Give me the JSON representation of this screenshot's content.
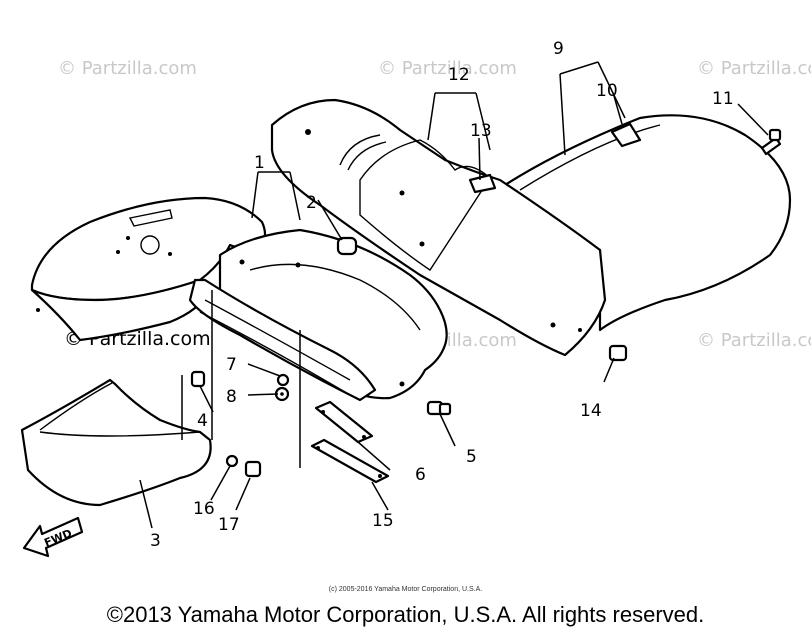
{
  "watermarks": {
    "brand": "© Partzilla.com"
  },
  "callouts": [
    {
      "id": "1",
      "label": "1"
    },
    {
      "id": "2",
      "label": "2"
    },
    {
      "id": "3",
      "label": "3"
    },
    {
      "id": "4",
      "label": "4"
    },
    {
      "id": "5",
      "label": "5"
    },
    {
      "id": "6",
      "label": "6"
    },
    {
      "id": "7",
      "label": "7"
    },
    {
      "id": "8",
      "label": "8"
    },
    {
      "id": "9",
      "label": "9"
    },
    {
      "id": "10",
      "label": "10"
    },
    {
      "id": "11",
      "label": "11"
    },
    {
      "id": "12",
      "label": "12"
    },
    {
      "id": "13",
      "label": "13"
    },
    {
      "id": "14",
      "label": "14"
    },
    {
      "id": "15",
      "label": "15"
    },
    {
      "id": "16",
      "label": "16"
    },
    {
      "id": "17",
      "label": "17"
    }
  ],
  "direction_marker": "FWD",
  "small_copyright": "(c) 2005-2016 Yamaha Motor Corporation, U.S.A.",
  "footer_copyright": "©2013 Yamaha Motor Corporation, U.S.A. All rights reserved."
}
